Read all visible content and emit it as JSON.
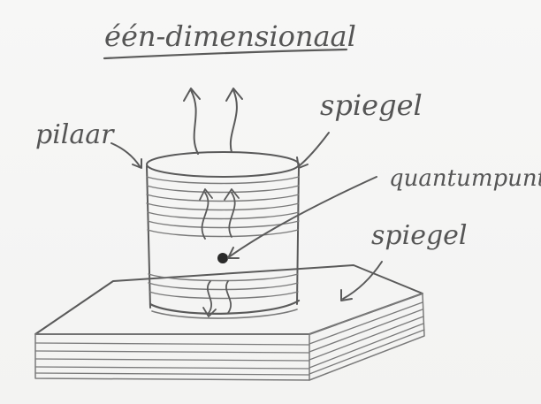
{
  "diagram": {
    "title": "één-dimensionaal",
    "labels": {
      "pillar": "pilaar",
      "top_mirror": "spiegel",
      "quantum_dot": "quantumpuntje",
      "bottom_mirror": "spiegel"
    },
    "colors": {
      "pencil": "#5a5a5a",
      "paper": "#f5f5f4",
      "dot": "#2a2a2a"
    }
  }
}
